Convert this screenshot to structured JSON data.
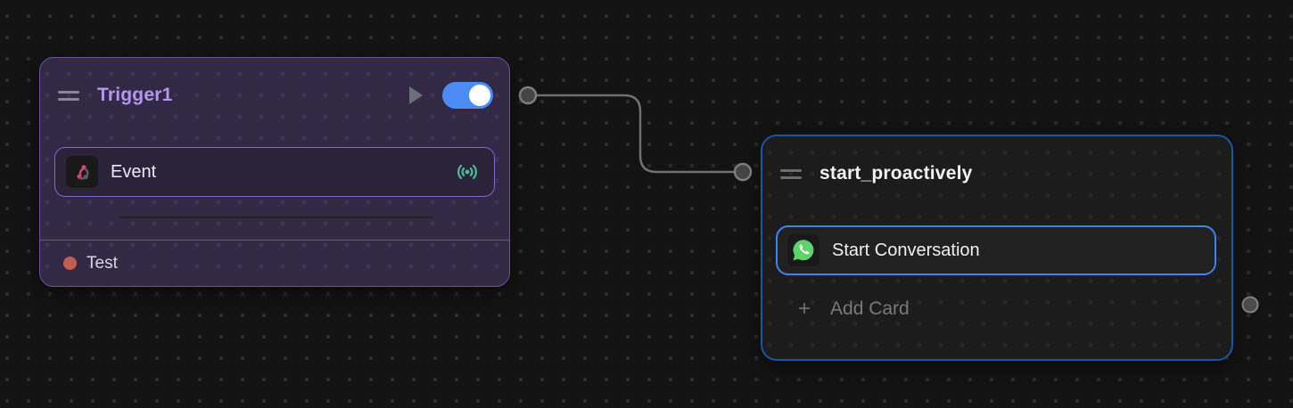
{
  "canvas": {
    "background_color": "#131313",
    "dot_color": "#292929"
  },
  "trigger_node": {
    "title": "Trigger1",
    "title_color": "#b795f1",
    "border_color": "#6f50a5",
    "toggle": {
      "state": "on",
      "on_color": "#4d8cf5"
    },
    "play_icon_color": "#6e6e7a",
    "card": {
      "label": "Event",
      "icon": "webhook-icon",
      "border_color": "#8a63d2",
      "webhook_pink": "#d9476f",
      "signal_icon": "broadcast-icon",
      "signal_color": "#4cba97"
    },
    "footer": {
      "label": "Test",
      "dot_color": "#c15e52"
    }
  },
  "start_node": {
    "title": "start_proactively",
    "border_color": "#1d55a5",
    "card": {
      "label": "Start Conversation",
      "icon": "whatsapp-icon",
      "border_color": "#3e82f6",
      "whatsapp_green": "#5fd36b"
    },
    "add_card": {
      "plus": "+",
      "label": "Add Card"
    }
  },
  "connection": {
    "wire_color": "#707070",
    "port_fill": "#454545",
    "port_stroke": "#7e7e7e"
  }
}
